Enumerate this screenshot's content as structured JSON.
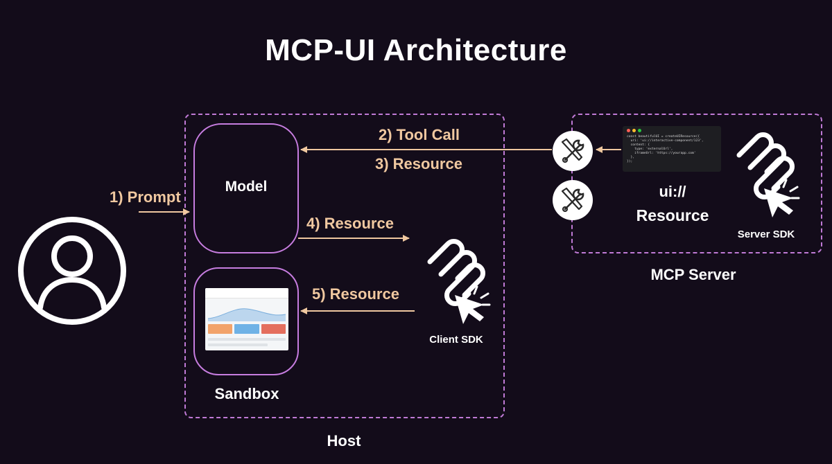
{
  "title": "MCP-UI Architecture",
  "labels": {
    "model": "Model",
    "sandbox": "Sandbox",
    "host": "Host",
    "mcp_server": "MCP Server",
    "ui_scheme": "ui://",
    "resource": "Resource",
    "server_sdk": "Server SDK",
    "client_sdk": "Client SDK"
  },
  "steps": {
    "prompt": "1) Prompt",
    "tool_call": "2) Tool Call",
    "resource_3": "3) Resource",
    "resource_4": "4) Resource",
    "resource_5": "5) Resource"
  },
  "code_snippet": [
    "const beautifulUI = createUIResource({",
    "  uri: 'ui://interactive-component/123',",
    "  content: {",
    "    type: 'externalUrl',",
    "    iframeUrl: 'https://yourapp.com'",
    "  },",
    "});"
  ],
  "colors": {
    "background": "#130c1a",
    "dashed_border": "#c07ad6",
    "box_border": "#c77de0",
    "arrow": "#f0c8a0",
    "text": "#ffffff"
  },
  "icons": {
    "user": "user-circle-icon",
    "tool": "wrench-screwdriver-icon",
    "sdk": "mcp-logo-cursor-icon"
  }
}
